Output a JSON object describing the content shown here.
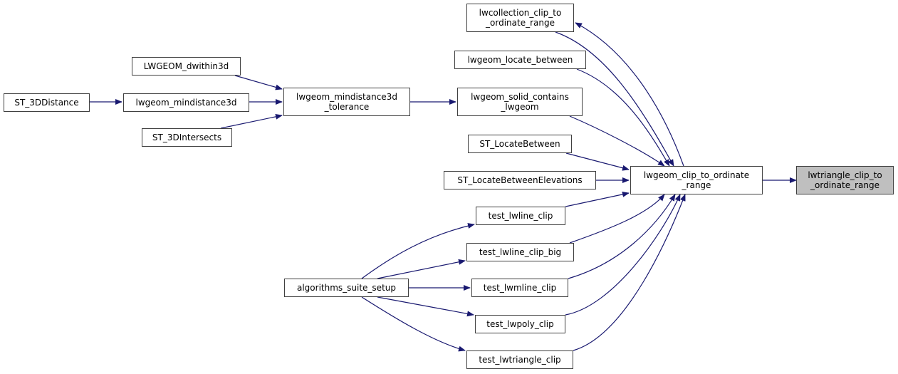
{
  "graph": {
    "type": "caller-graph",
    "edge_color": "#191970",
    "current_node_color": "#bfbfbf",
    "nodes": [
      {
        "id": "lwtriangle_clip_to_ordinate_range",
        "label": "lwtriangle_clip_to\n_ordinate_range",
        "current": true
      },
      {
        "id": "lwgeom_clip_to_ordinate_range",
        "label": "lwgeom_clip_to_ordinate\n_range"
      },
      {
        "id": "lwcollection_clip_to_ordinate_range",
        "label": "lwcollection_clip_to\n_ordinate_range"
      },
      {
        "id": "lwgeom_locate_between",
        "label": "lwgeom_locate_between"
      },
      {
        "id": "lwgeom_solid_contains_lwgeom",
        "label": "lwgeom_solid_contains\n_lwgeom"
      },
      {
        "id": "ST_LocateBetween",
        "label": "ST_LocateBetween"
      },
      {
        "id": "ST_LocateBetweenElevations",
        "label": "ST_LocateBetweenElevations"
      },
      {
        "id": "test_lwline_clip",
        "label": "test_lwline_clip"
      },
      {
        "id": "test_lwline_clip_big",
        "label": "test_lwline_clip_big"
      },
      {
        "id": "test_lwmline_clip",
        "label": "test_lwmline_clip"
      },
      {
        "id": "test_lwpoly_clip",
        "label": "test_lwpoly_clip"
      },
      {
        "id": "test_lwtriangle_clip",
        "label": "test_lwtriangle_clip"
      },
      {
        "id": "algorithms_suite_setup",
        "label": "algorithms_suite_setup"
      },
      {
        "id": "lwgeom_mindistance3d_tolerance",
        "label": "lwgeom_mindistance3d\n_tolerance"
      },
      {
        "id": "LWGEOM_dwithin3d",
        "label": "LWGEOM_dwithin3d"
      },
      {
        "id": "lwgeom_mindistance3d",
        "label": "lwgeom_mindistance3d"
      },
      {
        "id": "ST_3DIntersects",
        "label": "ST_3DIntersects"
      },
      {
        "id": "ST_3DDistance",
        "label": "ST_3DDistance"
      }
    ],
    "edges": [
      {
        "from": "lwgeom_clip_to_ordinate_range",
        "to": "lwtriangle_clip_to_ordinate_range"
      },
      {
        "from": "lwcollection_clip_to_ordinate_range",
        "to": "lwgeom_clip_to_ordinate_range"
      },
      {
        "from": "lwgeom_clip_to_ordinate_range",
        "to": "lwcollection_clip_to_ordinate_range"
      },
      {
        "from": "lwgeom_locate_between",
        "to": "lwgeom_clip_to_ordinate_range"
      },
      {
        "from": "lwgeom_solid_contains_lwgeom",
        "to": "lwgeom_clip_to_ordinate_range"
      },
      {
        "from": "ST_LocateBetween",
        "to": "lwgeom_clip_to_ordinate_range"
      },
      {
        "from": "ST_LocateBetweenElevations",
        "to": "lwgeom_clip_to_ordinate_range"
      },
      {
        "from": "test_lwline_clip",
        "to": "lwgeom_clip_to_ordinate_range"
      },
      {
        "from": "test_lwline_clip_big",
        "to": "lwgeom_clip_to_ordinate_range"
      },
      {
        "from": "test_lwmline_clip",
        "to": "lwgeom_clip_to_ordinate_range"
      },
      {
        "from": "test_lwpoly_clip",
        "to": "lwgeom_clip_to_ordinate_range"
      },
      {
        "from": "test_lwtriangle_clip",
        "to": "lwgeom_clip_to_ordinate_range"
      },
      {
        "from": "lwgeom_mindistance3d_tolerance",
        "to": "lwgeom_solid_contains_lwgeom"
      },
      {
        "from": "LWGEOM_dwithin3d",
        "to": "lwgeom_mindistance3d_tolerance"
      },
      {
        "from": "lwgeom_mindistance3d",
        "to": "lwgeom_mindistance3d_tolerance"
      },
      {
        "from": "ST_3DIntersects",
        "to": "lwgeom_mindistance3d_tolerance"
      },
      {
        "from": "ST_3DDistance",
        "to": "lwgeom_mindistance3d"
      },
      {
        "from": "algorithms_suite_setup",
        "to": "test_lwline_clip"
      },
      {
        "from": "algorithms_suite_setup",
        "to": "test_lwline_clip_big"
      },
      {
        "from": "algorithms_suite_setup",
        "to": "test_lwmline_clip"
      },
      {
        "from": "algorithms_suite_setup",
        "to": "test_lwpoly_clip"
      },
      {
        "from": "algorithms_suite_setup",
        "to": "test_lwtriangle_clip"
      }
    ]
  }
}
